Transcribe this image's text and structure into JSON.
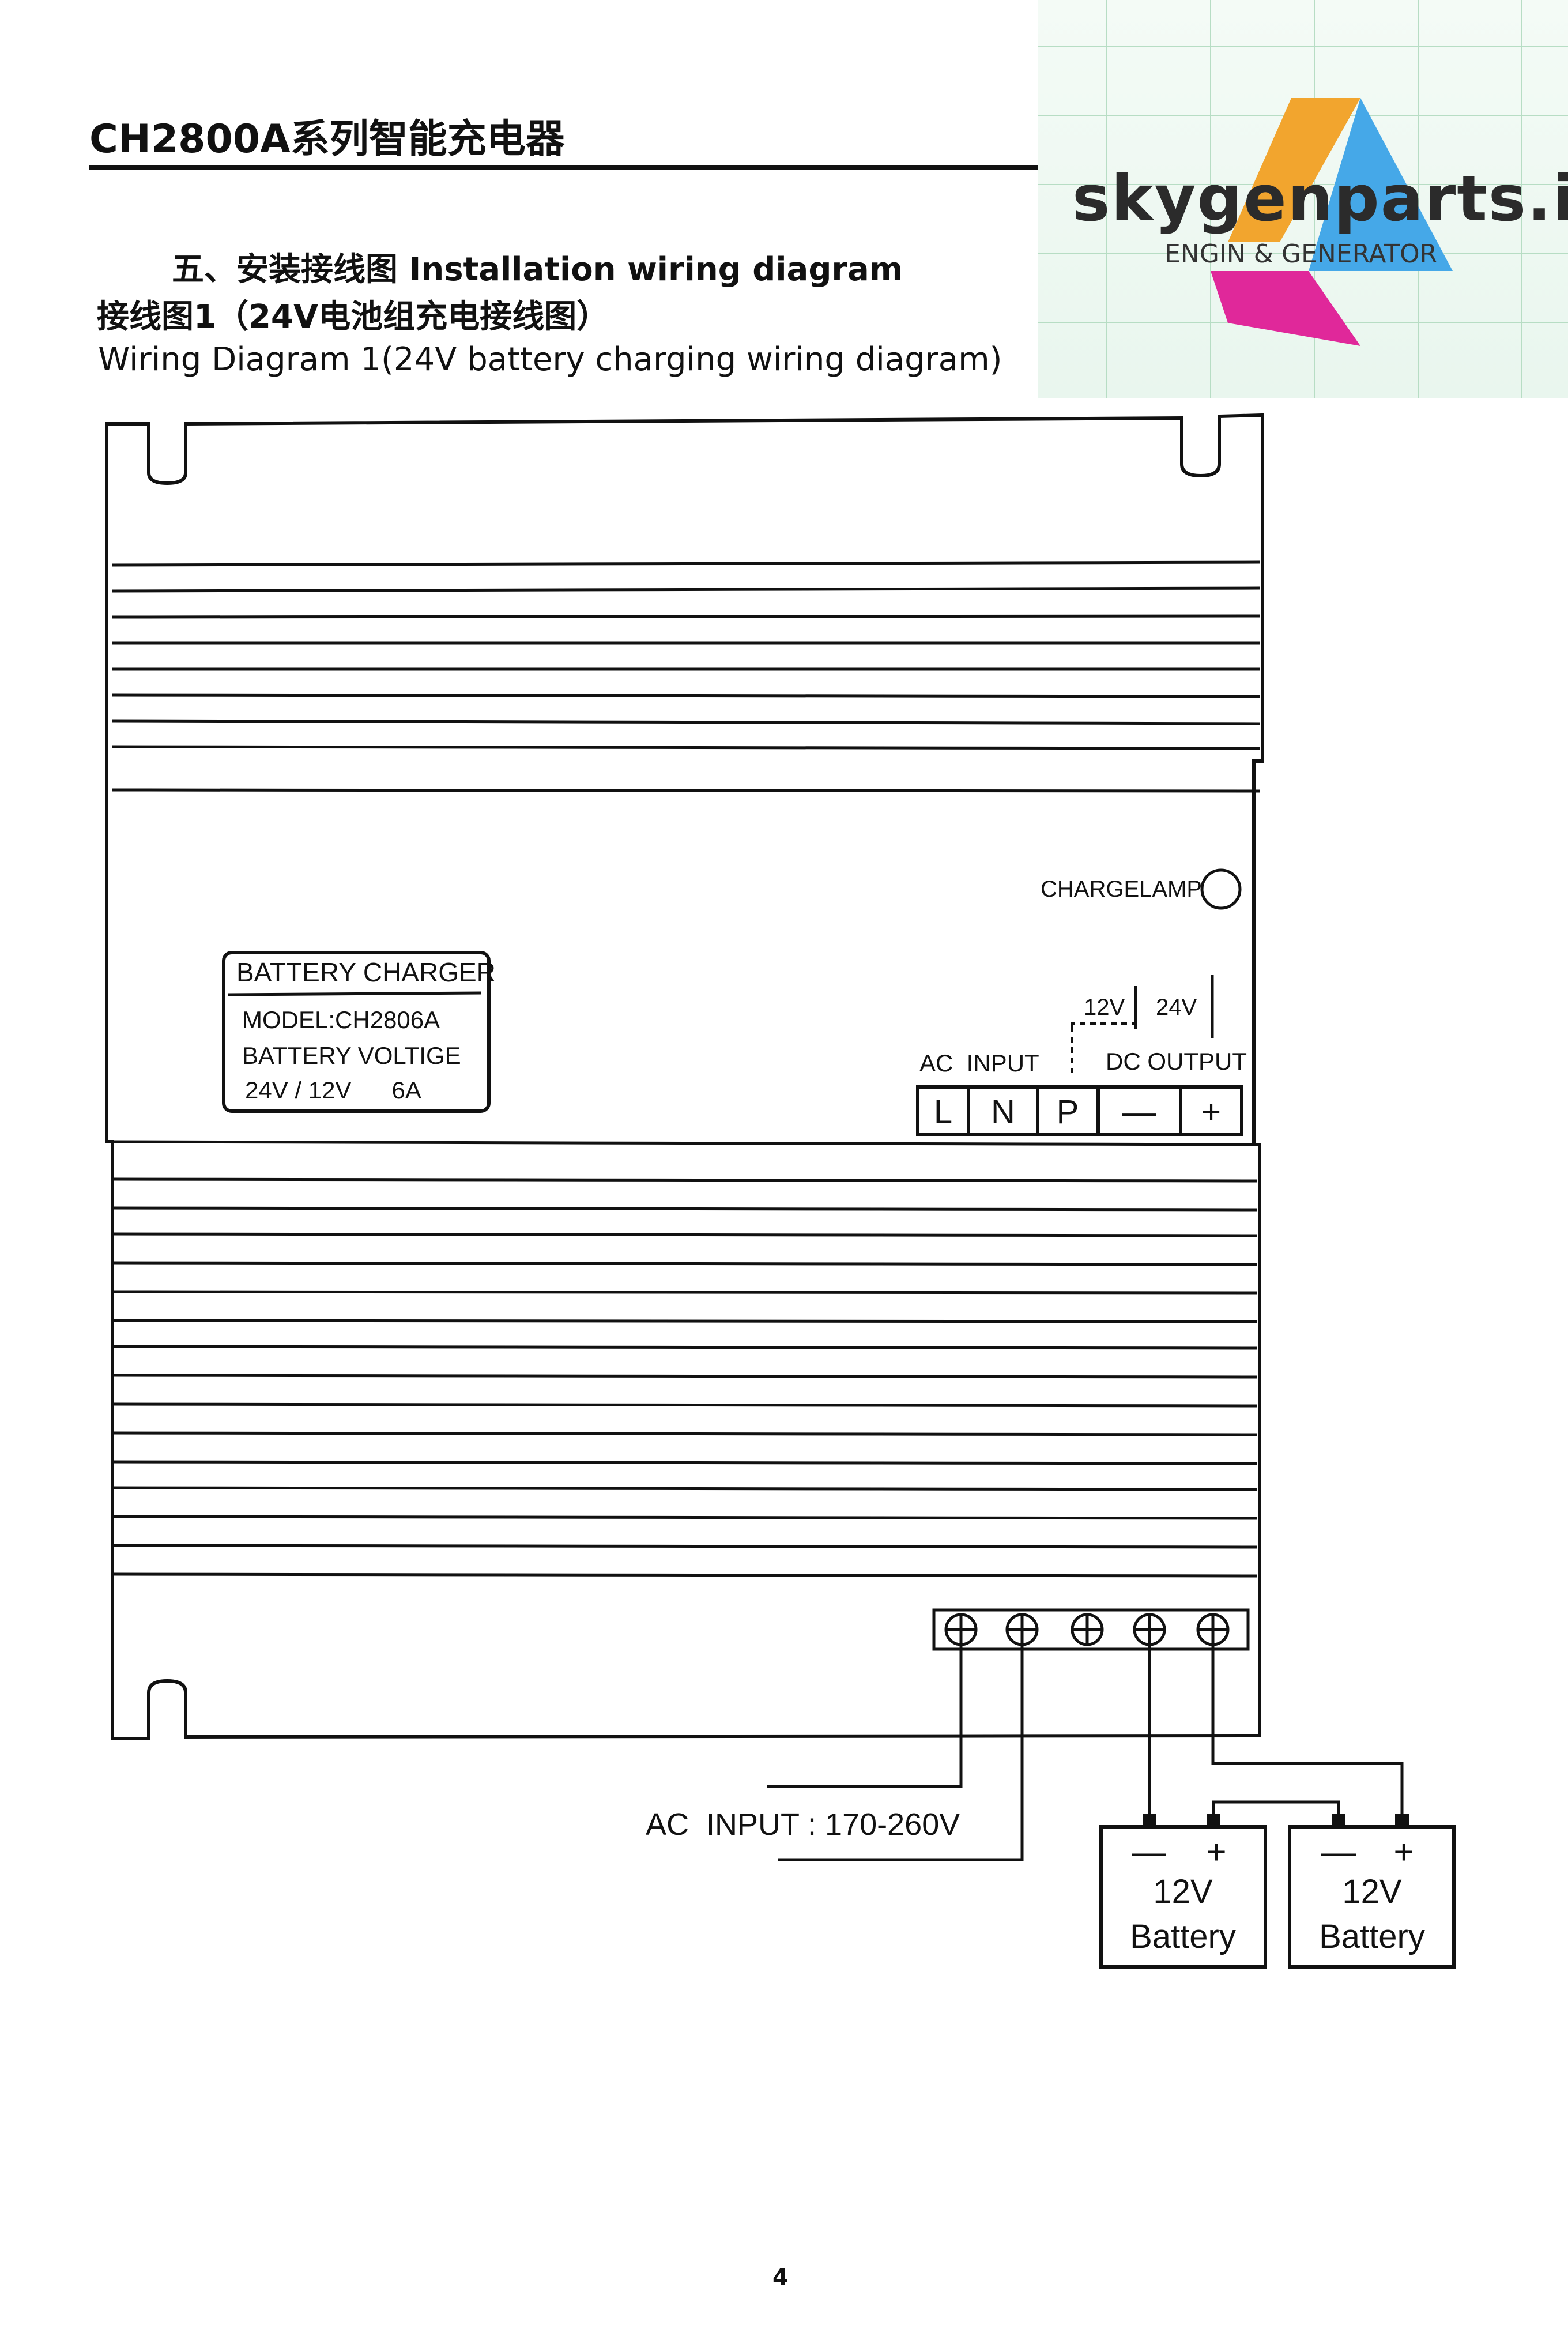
{
  "header": {
    "title": "CH2800A系列智能充电器"
  },
  "section": {
    "heading": "五、安装接线图 Installation wiring diagram"
  },
  "diagram": {
    "title_zh": "接线图1（24V电池组充电接线图）",
    "title_en": "Wiring Diagram 1(24V battery charging wiring diagram)"
  },
  "nameplate": {
    "line1": "BATTERY CHARGER",
    "line2": "MODEL:CH2806A",
    "line3": "BATTERY  VOLTIGE",
    "line4": "24V / 12V      6A"
  },
  "panel": {
    "charge_lamp": "CHARGELAMP",
    "ac_input": "AC  INPUT",
    "dc_output": "DC OUTPUT",
    "v12": "12V",
    "v24": "24V",
    "terminals": [
      "L",
      "N",
      "P",
      "—",
      "+"
    ]
  },
  "wiring": {
    "ac_label": "AC  INPUT : 170-260V",
    "batteries": [
      {
        "voltage": "12V",
        "label": "Battery",
        "minus": "—",
        "plus": "+"
      },
      {
        "voltage": "12V",
        "label": "Battery",
        "minus": "—",
        "plus": "+"
      }
    ]
  },
  "watermark": {
    "brand": "skygenparts.ir",
    "tagline": "ENGIN & GENERATOR"
  },
  "footer": {
    "page_number": "4"
  }
}
